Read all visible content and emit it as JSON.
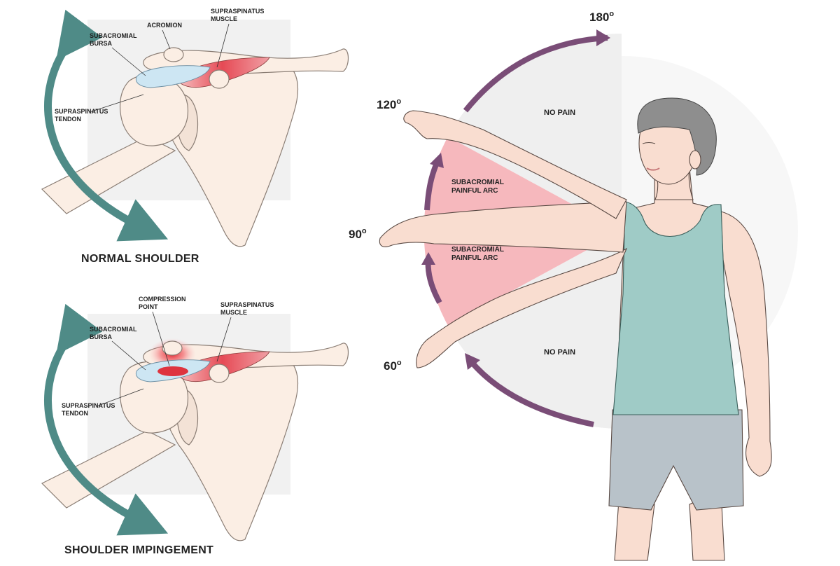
{
  "colors": {
    "teal_arrow": "#4f8b87",
    "purple_arrow": "#7a4d77",
    "pain_arc": "#f6b8bd",
    "no_pain_zone": "#efefef",
    "tank_top": "#9fcbc6",
    "shorts": "#b8c2c9",
    "muscle": "#e64a55",
    "bursa": "#cde6f3",
    "inflammation": "#e0141e"
  },
  "normal": {
    "caption": "NORMAL SHOULDER",
    "label_acromion": "ACROMION",
    "label_muscle_1": "SUPRASPINATUS",
    "label_muscle_2": "MUSCLE",
    "label_bursa_1": "SUBACROMIAL",
    "label_bursa_2": "BURSA",
    "label_tendon_1": "SUPRASPINATUS",
    "label_tendon_2": "TENDON"
  },
  "impingement": {
    "caption": "SHOULDER IMPINGEMENT",
    "label_compression_1": "COMPRESSION",
    "label_compression_2": "POINT",
    "label_muscle_1": "SUPRASPINATUS",
    "label_muscle_2": "MUSCLE",
    "label_bursa_1": "SUBACROMIAL",
    "label_bursa_2": "BURSA",
    "label_tendon_1": "SUPRASPINATUS",
    "label_tendon_2": "TENDON"
  },
  "arc": {
    "angle_180": "180",
    "angle_120": "120",
    "angle_90": "90",
    "angle_60": "60",
    "degree_symbol": "o",
    "no_pain_top": "NO PAIN",
    "no_pain_bottom": "NO PAIN",
    "painful_upper_1": "SUBACROMIAL",
    "painful_upper_2": "PAINFUL ARC",
    "painful_lower_1": "SUBACROMIAL",
    "painful_lower_2": "PAINFUL ARC"
  },
  "icons": [
    "teal-curved-arrow",
    "purple-curved-arrow",
    "scapula-bone",
    "human-figure"
  ]
}
